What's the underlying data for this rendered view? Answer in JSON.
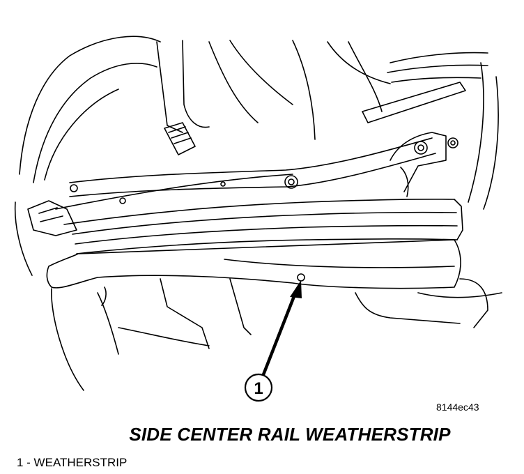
{
  "figure": {
    "callout_number": "1",
    "figure_id": "8144ec43"
  },
  "title": "SIDE CENTER RAIL WEATHERSTRIP",
  "legend": [
    {
      "text": "1 - WEATHERSTRIP"
    }
  ]
}
